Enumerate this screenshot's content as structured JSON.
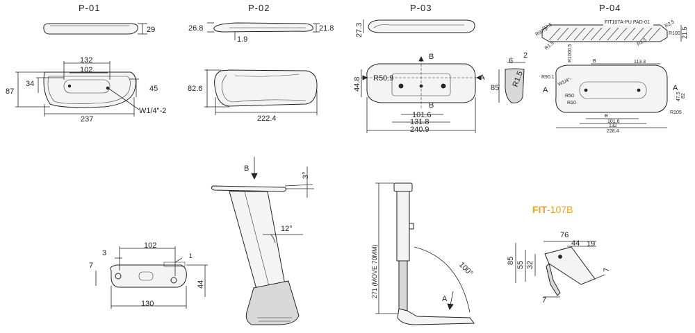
{
  "views": {
    "p01": {
      "title": "P-01",
      "height": "29",
      "length_top": "132",
      "slot": "102",
      "depth_small": "34",
      "depth_total": "87",
      "offset": "45",
      "thread": "W1/4\"-2",
      "length_total": "237"
    },
    "p02": {
      "title": "P-02",
      "thick_left": "26.8",
      "thick_right": "21.8",
      "step": "1.9",
      "width": "82.6",
      "length": "222.4"
    },
    "p03": {
      "title": "P-03",
      "height": "27.3",
      "section_b": "B",
      "section_a": "A",
      "width": "44.8",
      "radius": "R50.9",
      "d1": "101.6",
      "d2": "131.8",
      "d3": "240.9",
      "side_w1": "6",
      "side_w2": "2",
      "side_h": "85",
      "side_r": "R1.5"
    },
    "p04": {
      "title": "P-04",
      "pad_label": "FIT107A-PU PAD-01",
      "r_tl1": "R2.5",
      "r_tl2": "R97.1",
      "r_bl": "R1.5",
      "r_br": "R1.5",
      "r_tr1": "R2.5",
      "r_tr2": "R100",
      "t1": "21.5",
      "r_top": "R1000.5",
      "b_mark": "B",
      "len1": "113.3",
      "r_left": "R90.1",
      "thread": "W1/4\"-",
      "r50": "R50",
      "r10": "R10",
      "w82": "82",
      "w47": "47.5",
      "r105": "R105",
      "a_mark": "A",
      "d_small": "101.6",
      "d_mid": "132",
      "d_total": "228.4"
    },
    "arm": {
      "b_label": "B",
      "angle_top": "3°",
      "angle_mid": "12°"
    },
    "bracket": {
      "d102": "102",
      "d3": "3",
      "d1": "1",
      "d7": "7",
      "d44": "44",
      "d130": "130"
    },
    "post": {
      "height_label": "271 (MOVE 70MM)",
      "angle": "100°",
      "a_label": "A"
    },
    "fit": {
      "brand_bold": "FIT",
      "brand_rest": "-107B",
      "d76": "76",
      "d44": "44",
      "d19": "19",
      "d85": "85",
      "d55": "55",
      "d32": "32",
      "d7a": "7",
      "d7b": "7"
    }
  }
}
